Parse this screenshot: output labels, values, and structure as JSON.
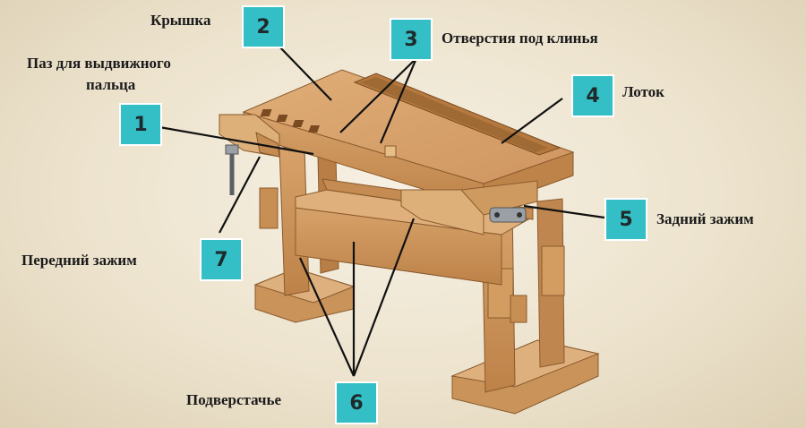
{
  "diagram": {
    "parts": [
      {
        "number": "1",
        "label": "Паз для выдвижного пальца"
      },
      {
        "number": "2",
        "label": "Крышка"
      },
      {
        "number": "3",
        "label": "Отверстия под клинья"
      },
      {
        "number": "4",
        "label": "Лоток"
      },
      {
        "number": "5",
        "label": "Задний зажим"
      },
      {
        "number": "6",
        "label": "Подверстачье"
      },
      {
        "number": "7",
        "label": "Передний зажим"
      }
    ],
    "label_line1": "Паз для выдвижного",
    "label_line2": "пальца"
  },
  "colors": {
    "badge": "#34bfc7",
    "wood_top": "#d9a46c",
    "wood_side": "#c78b4f",
    "wood_dark": "#a96e38"
  }
}
